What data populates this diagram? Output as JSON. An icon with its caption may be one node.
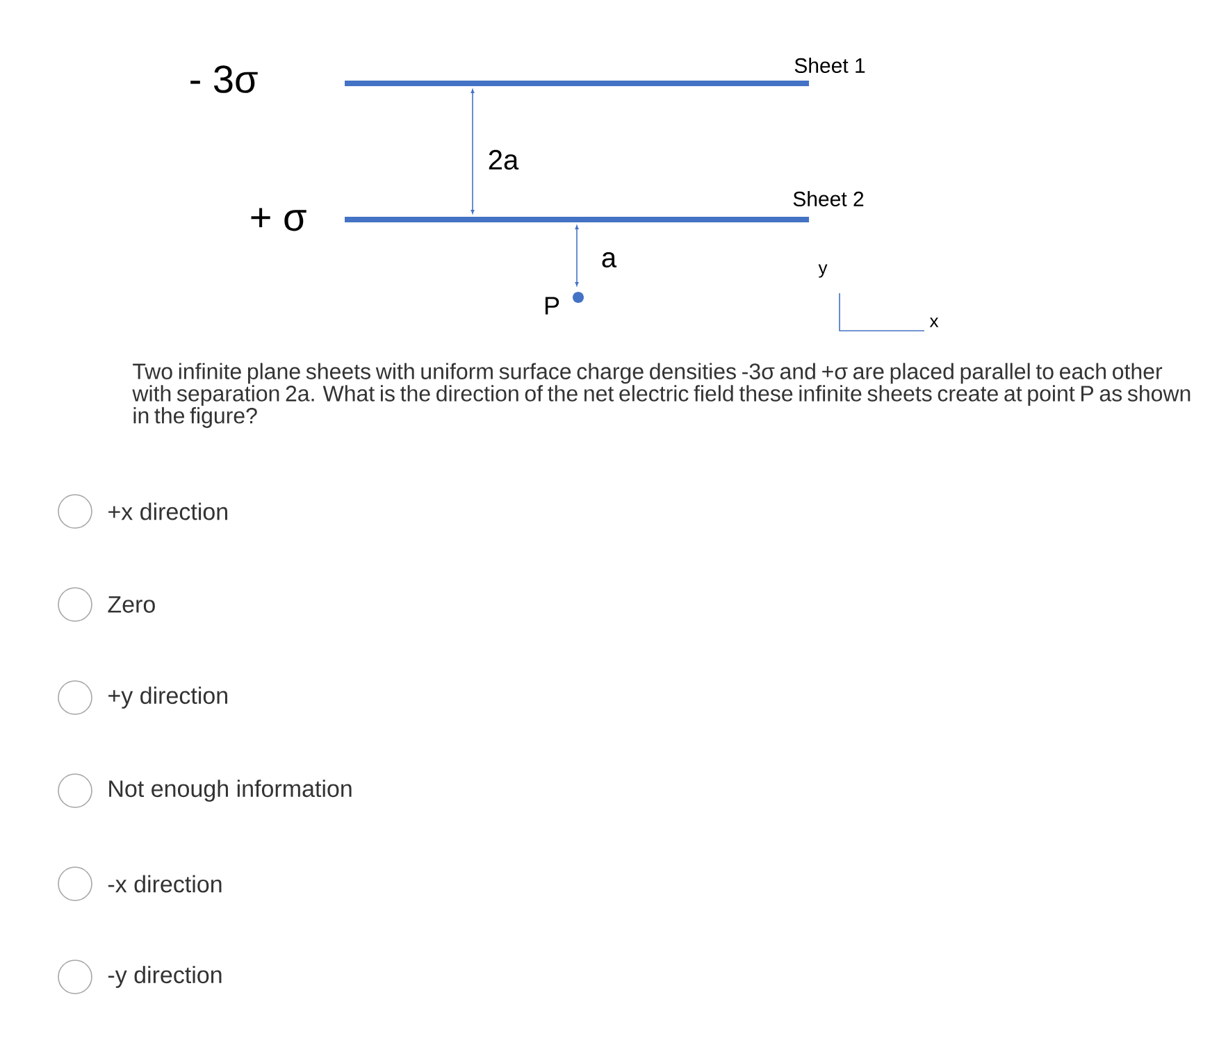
{
  "diagram": {
    "nodes": [
      {
        "text": [],
        "shape": "bar",
        "beside": [
          "- 3σ",
          "Sheet 1"
        ]
      },
      {
        "text": [],
        "shape": "bar",
        "beside": [
          "+ σ",
          "Sheet 2"
        ]
      },
      {
        "text": [],
        "shape": "circle",
        "beside": [
          "P"
        ]
      }
    ],
    "labels": [
      "2a",
      "a",
      "y",
      "x",
      "Two infinite plane sheets with uniform surface charge densities -3σ and +σ are placed parallel to each other with separation 2a. What is the direction of the net electric field these infinite sheets create at point P as shown in the figure?",
      "+x direction",
      "Zero",
      "+y direction",
      "Not enough information",
      "-x direction",
      "-y direction"
    ]
  }
}
